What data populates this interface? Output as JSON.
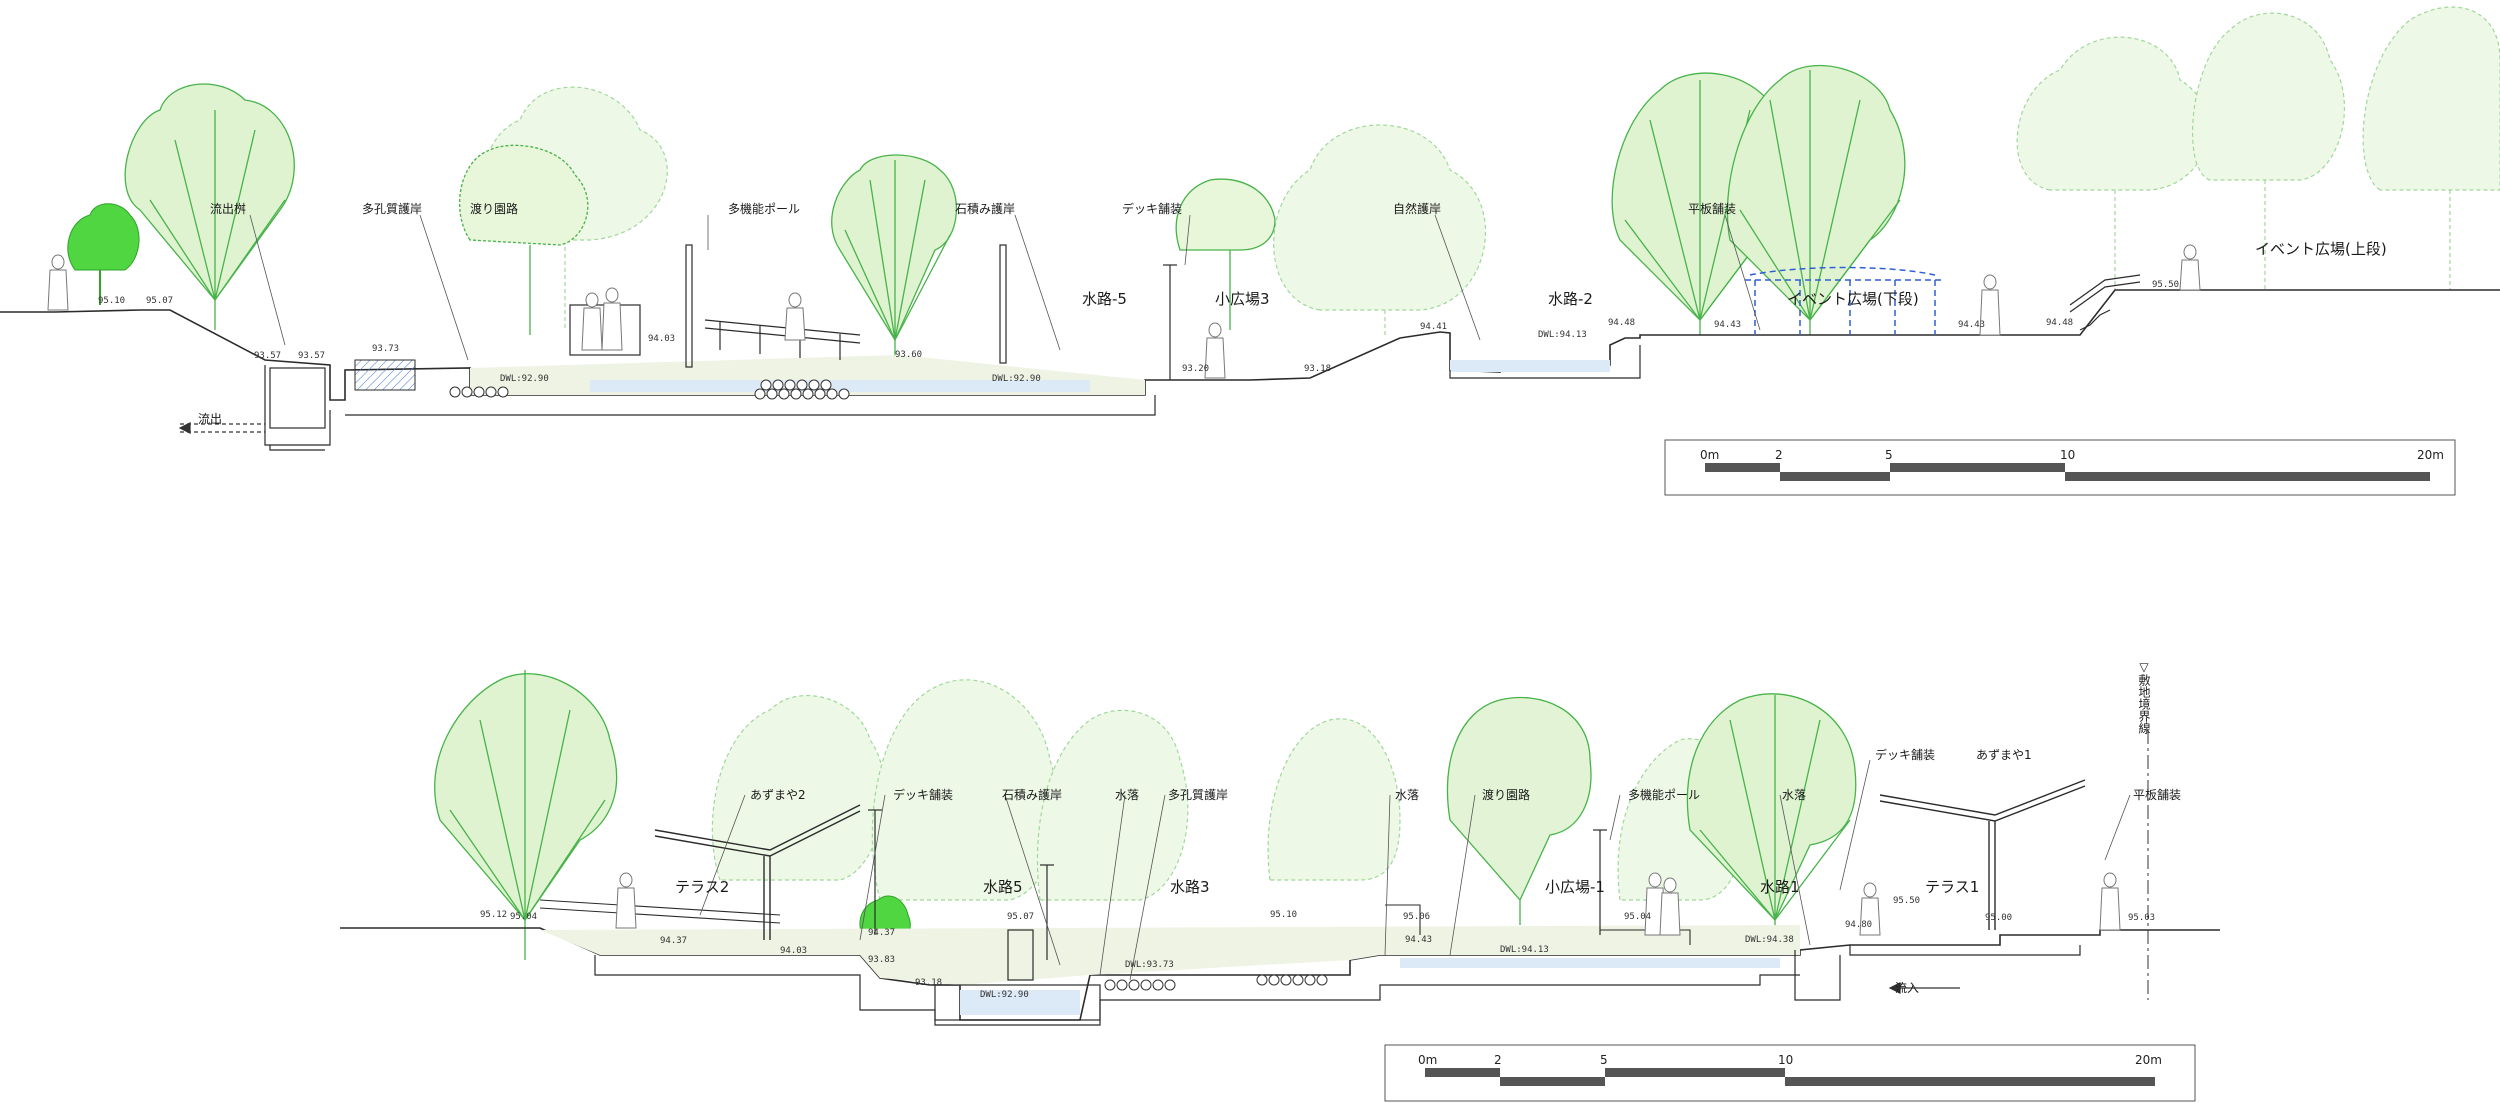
{
  "top_section": {
    "labels": {
      "outflow_basin": "流出桝",
      "porous_revetment": "多孔質護岸",
      "crossing_garden_path": "渡り園路",
      "multi_pole": "多機能ポール",
      "stone_revetment": "石積み護岸",
      "deck_paving": "デッキ舗装",
      "waterway5": "水路-5",
      "small_plaza3": "小広場3",
      "natural_revetment": "自然護岸",
      "waterway2": "水路-2",
      "flat_paving": "平板舗装",
      "event_plaza_lower": "イベント広場(下段)",
      "event_plaza_upper": "イベント広場(上段)",
      "outflow": "流出"
    },
    "elevations": {
      "e1": "95.10",
      "e2": "95.07",
      "e3": "93.57",
      "e4": "93.57",
      "e5": "93.73",
      "e6": "94.03",
      "e7": "DWL:92.90",
      "e8": "93.60",
      "e9": "DWL:92.90",
      "e10": "93.20",
      "e11": "93.18",
      "e12": "94.41",
      "e13": "DWL:94.13",
      "e14": "94.48",
      "e15": "94.43",
      "e16": "94.43",
      "e17": "94.48",
      "e18": "95.50"
    },
    "scale": {
      "t0": "0m",
      "t1": "2",
      "t2": "5",
      "t3": "10",
      "t4": "20m"
    }
  },
  "bottom_section": {
    "labels": {
      "gazebo2": "あずまや2",
      "deck_paving": "デッキ舗装",
      "stone_revetment": "石積み護岸",
      "water_drop_a": "水落",
      "porous_revetment": "多孔質護岸",
      "water_drop_b": "水落",
      "crossing_garden_path": "渡り園路",
      "multi_pole": "多機能ポール",
      "water_drop_c": "水落",
      "deck_paving_2": "デッキ舗装",
      "gazebo1": "あずまや1",
      "flat_paving": "平板舗装",
      "terrace2": "テラス2",
      "waterway5": "水路5",
      "waterway3": "水路3",
      "small_plaza1": "小広場-1",
      "waterway1": "水路1",
      "terrace1": "テラス1",
      "inflow": "流入",
      "boundary": "▽敷地境界線"
    },
    "elevations": {
      "e1": "95.12",
      "e2": "95.04",
      "e3": "94.37",
      "e4": "94.03",
      "e5": "94.37",
      "e6": "93.83",
      "e7": "93.18",
      "e8": "95.07",
      "e9": "DWL:92.90",
      "e10": "DWL:93.73",
      "e11": "95.10",
      "e12": "95.06",
      "e13": "94.43",
      "e14": "95.04",
      "e15": "DWL:94.13",
      "e16": "DWL:94.38",
      "e17": "94.80",
      "e18": "95.50",
      "e19": "95.00",
      "e20": "95.03"
    },
    "scale": {
      "t0": "0m",
      "t1": "2",
      "t2": "5",
      "t3": "10",
      "t4": "20m"
    }
  },
  "colors": {
    "line": "#2b2b2b",
    "tree_fill": "#dff3d0",
    "tree_stroke": "#47b34a",
    "tree_fill_faint": "#eef8e6",
    "tree_stroke_faint": "#9fd89a",
    "canopy_blue": "#2f5fd6",
    "ground_fill": "#eef3e4",
    "water_fill": "#dce9f7"
  }
}
